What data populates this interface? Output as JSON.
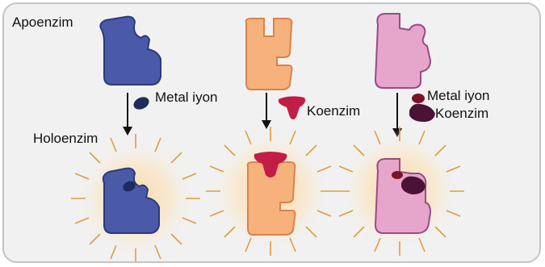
{
  "labels": {
    "apoenzyme": "Apoenzim",
    "holoenzyme": "Holoenzim",
    "metal_ion_1": "Metal iyon",
    "coenzyme_1": "Koenzim",
    "metal_ion_3": "Metal iyon",
    "coenzyme_3": "Koenzim"
  },
  "colors": {
    "blue_enzyme": "#4a5aa8",
    "orange_enzyme": "#f7b17c",
    "pink_enzyme": "#e6a6cc",
    "metal_ion": "#1f2a5e",
    "coenzyme_red": "#c21d47",
    "metal_ion_dark_red": "#7a1424",
    "coenzyme_dark": "#4a1236",
    "glow": "#f6c77a"
  }
}
